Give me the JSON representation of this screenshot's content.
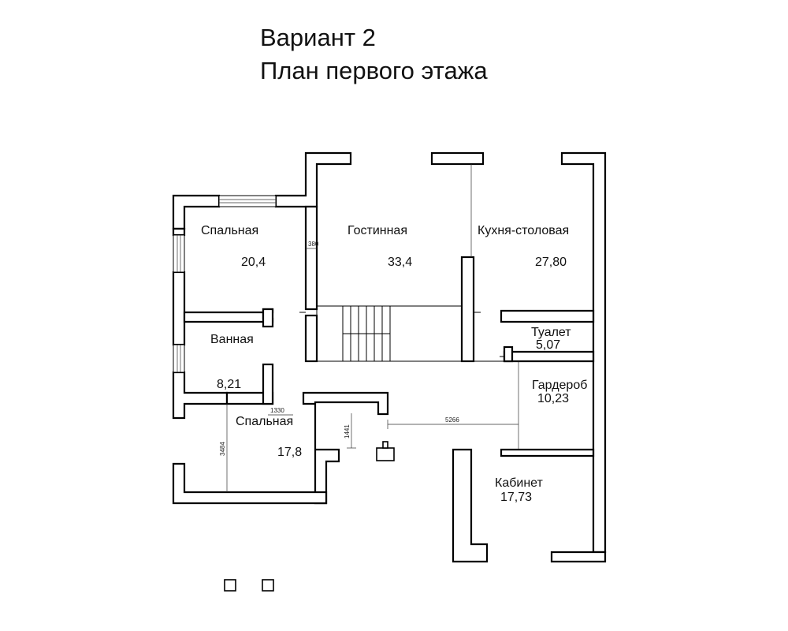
{
  "title": {
    "variant": "Вариант 2",
    "plan": "План первого этажа"
  },
  "rooms": {
    "bedroom1": {
      "name": "Спальная",
      "area": "20,4"
    },
    "living": {
      "name": "Гостинная",
      "area": "33,4"
    },
    "kitchen": {
      "name": "Кухня-столовая",
      "area": "27,80"
    },
    "bathroom": {
      "name": "Ванная",
      "area": "8,21"
    },
    "toilet": {
      "name": "Туалет",
      "area": "5,07"
    },
    "wardrobe": {
      "name": "Гардероб",
      "area": "10,23"
    },
    "bedroom2": {
      "name": "Спальная",
      "area": "17,8"
    },
    "office": {
      "name": "Кабинет",
      "area": "17,73"
    }
  },
  "dimensions": {
    "wall_thickness": "380",
    "width_1330": "1330",
    "height_1441": "1441",
    "height_3484": "3484",
    "length_5266": "5266"
  }
}
